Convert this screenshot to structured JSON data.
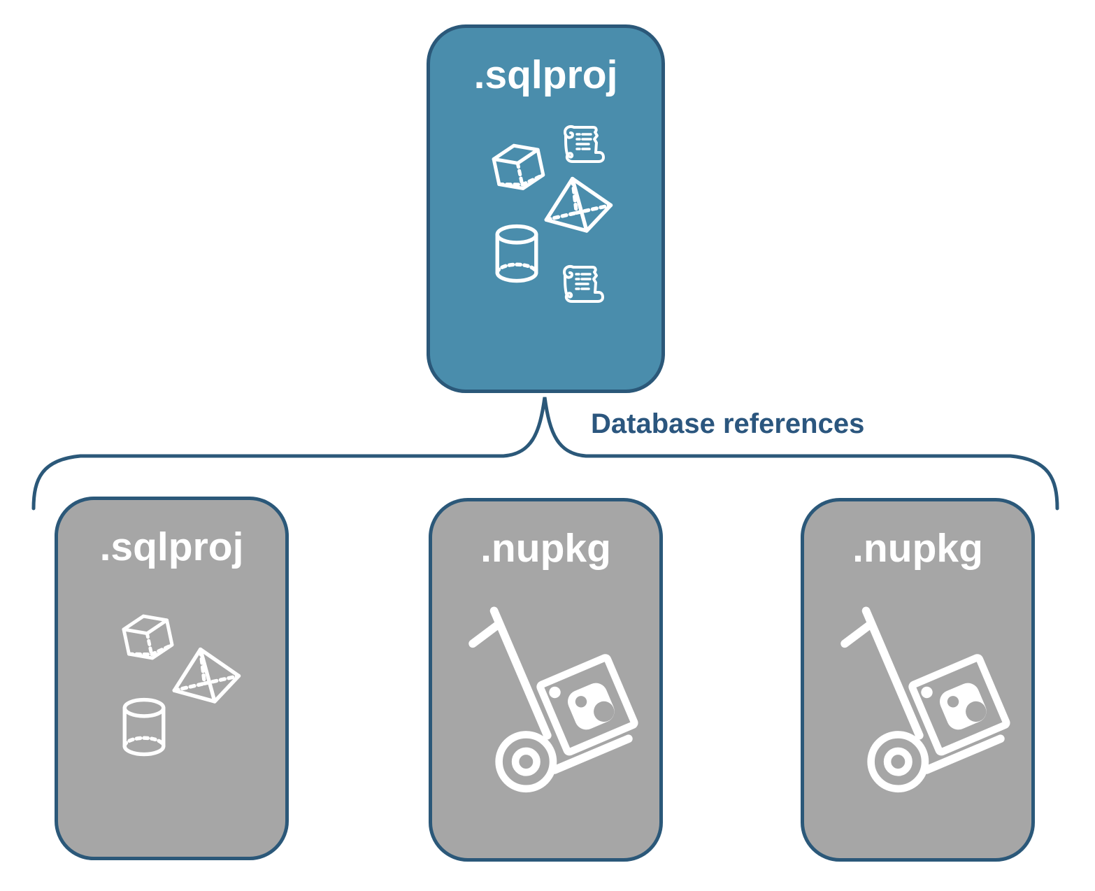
{
  "diagram": {
    "root_node": {
      "label": ".sqlproj",
      "icons": [
        "cube-icon",
        "script-scroll-icon",
        "pyramid-icon",
        "cylinder-icon",
        "script-scroll-icon"
      ]
    },
    "connector_label": "Database references",
    "child_nodes": [
      {
        "label": ".sqlproj",
        "icons": [
          "cube-icon",
          "pyramid-icon",
          "cylinder-icon"
        ]
      },
      {
        "label": ".nupkg",
        "icons": [
          "nuget-dolly-icon"
        ]
      },
      {
        "label": ".nupkg",
        "icons": [
          "nuget-dolly-icon"
        ]
      }
    ],
    "colors": {
      "root_fill": "#4A8DAC",
      "child_fill": "#A6A6A6",
      "outline": "#2B5879",
      "connector_label_text": "#2B567E",
      "node_title_text": "#FFFFFF",
      "icon_stroke": "#FFFFFF",
      "background": "#FFFFFF"
    }
  }
}
